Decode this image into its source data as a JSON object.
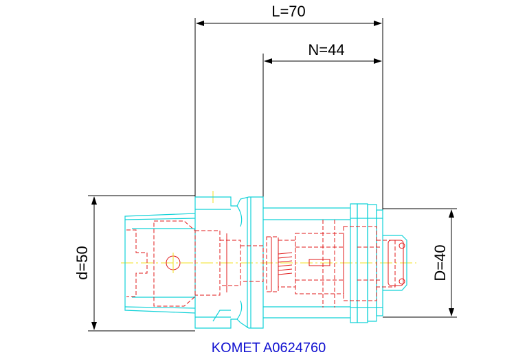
{
  "dimensions": {
    "length": "L=70",
    "neck_length": "N=44",
    "shank_diameter": "d=50",
    "head_diameter": "D=40"
  },
  "caption": "KOMET A0624760",
  "colors": {
    "outline": "#12d2d8",
    "hidden_lines": "#e01818",
    "centerline": "#f0e020",
    "dimension_lines": "#000000",
    "caption": "#1010d0"
  }
}
